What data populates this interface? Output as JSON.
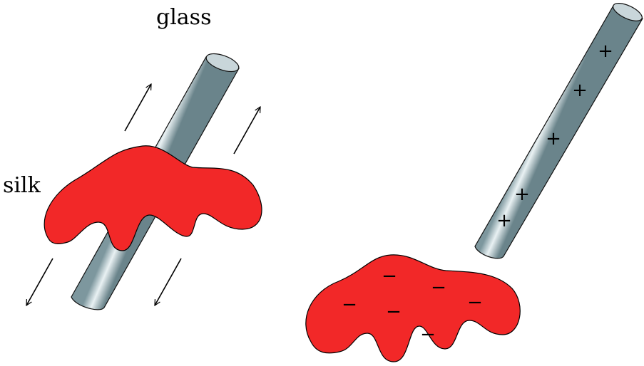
{
  "labels": {
    "rod": "glass",
    "cloth": "silk"
  },
  "charges": {
    "rod_symbol": "+",
    "rod_count": 5,
    "cloth_symbol": "−",
    "cloth_count": 6
  },
  "colors": {
    "cloth_fill": "#f22828",
    "cloth_stroke": "#000000",
    "rod_dark": "#6f8a92",
    "rod_light": "#eaf2f4",
    "rod_cap": "#c9d6da",
    "arrow": "#000000"
  },
  "icons": {
    "rubbing_direction": "arrow-icon"
  }
}
